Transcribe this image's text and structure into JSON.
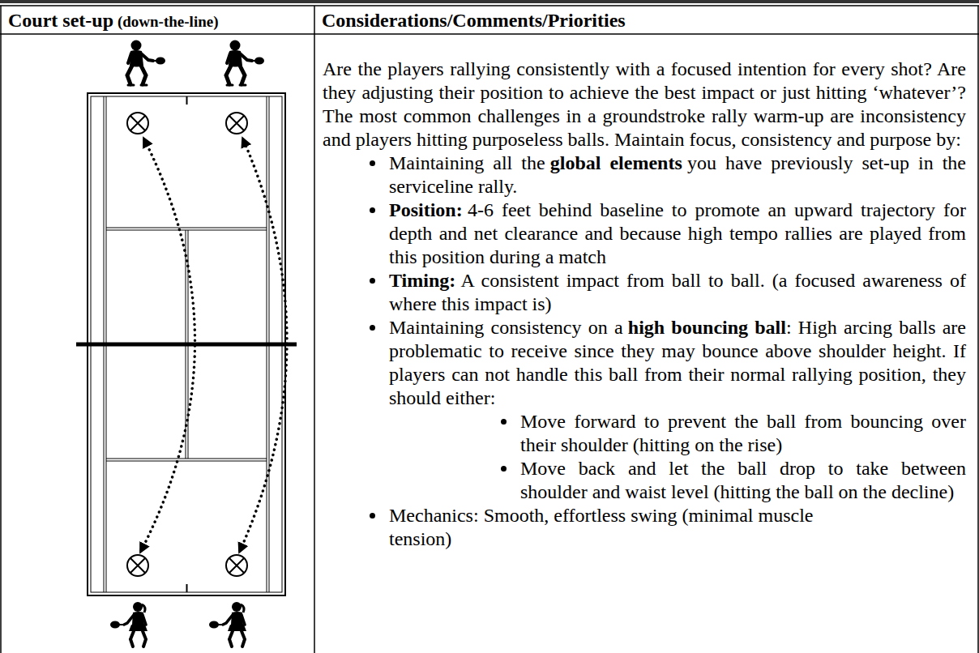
{
  "diagram": {
    "labels": [
      "Court set-up",
      "(down-the-line)",
      "Considerations/Comments/Priorities",
      "Are the players rallying consistently with a focused intention for every shot? Are they adjusting their position to achieve the best impact or just hitting ‘whatever’? The most common challenges in a groundstroke rally warm-up are inconsistency and players hitting purposeless balls. Maintain focus, consistency and purpose by:",
      "Maintaining all the",
      "global elements",
      "you have previously set-up in the serviceline rally.",
      "Position:",
      "4-6 feet behind baseline to promote an upward trajectory for depth and net clearance and because high tempo rallies are played from this position during a match",
      "Timing:",
      "A consistent impact from ball to ball. (a focused awareness of where this impact is)",
      "Maintaining consistency on a",
      "high bouncing ball",
      ": High arcing balls are problematic to receive since they may bounce above shoulder height. If players can not handle this ball from their normal rallying position, they should either:",
      "Move forward to prevent the ball from bouncing over their shoulder (hitting on the rise)",
      "Move back and let the ball drop to take between shoulder and waist level (hitting the ball on the decline)",
      "Mechanics: Smooth, effortless swing (minimal muscle tension)"
    ]
  }
}
